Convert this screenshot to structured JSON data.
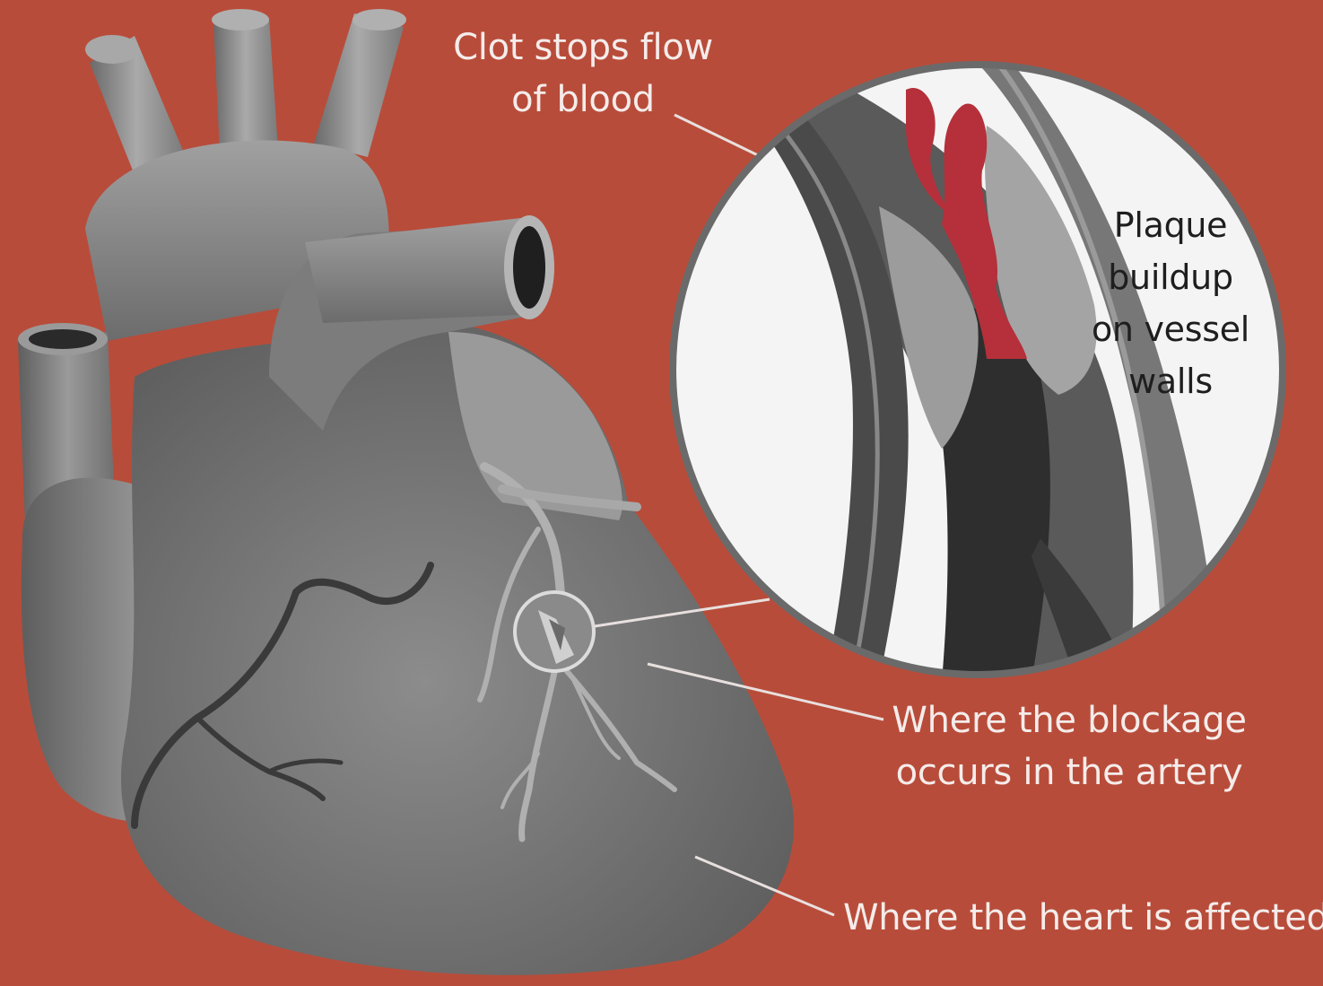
{
  "labels": {
    "clot": [
      "Clot stops flow",
      "of blood"
    ],
    "plaque": [
      "Plaque",
      "buildup",
      "on vessel",
      "walls"
    ],
    "blockage": [
      "Where the blockage",
      "occurs in the artery"
    ],
    "heart": "Where the heart is affected"
  },
  "colors": {
    "background": "#b84c3a",
    "clot": "#b5303a",
    "label_text": "#f4ecea",
    "callout_text": "#1e1e1e"
  },
  "icons": [
    "heart-illustration",
    "artery-magnifier",
    "blockage-marker"
  ]
}
